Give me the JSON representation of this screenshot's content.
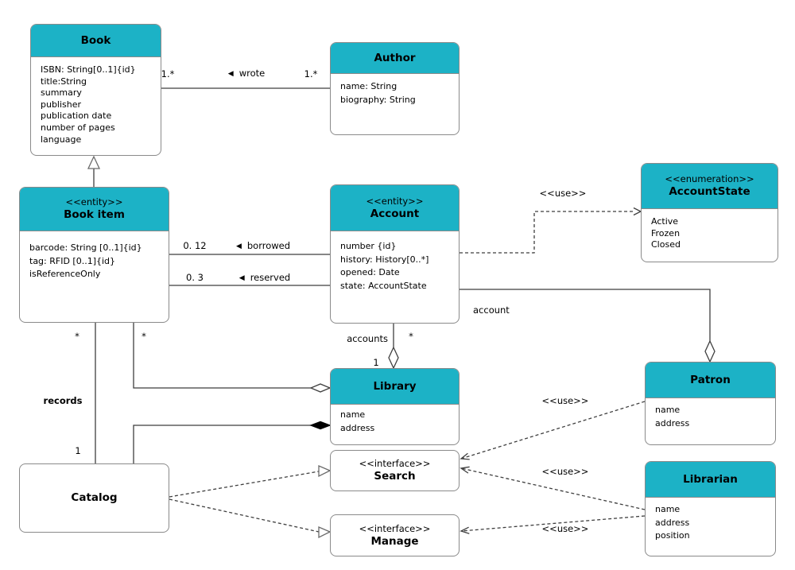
{
  "colors": {
    "class_header": "#1cb2c6",
    "box_border": "#8a8a8a",
    "connector": "#3f3f3f"
  },
  "classes": {
    "book": {
      "name": "Book",
      "attributes": [
        "ISBN: String[0..1]{id}",
        "title:String",
        "summary",
        "publisher",
        "publication date",
        "number of pages",
        "language"
      ]
    },
    "author": {
      "name": "Author",
      "attributes": [
        "name: String",
        "biography: String"
      ]
    },
    "book_item": {
      "stereotype": "<<entity>>",
      "name": "Book item",
      "attributes": [
        "barcode: String [0..1]{id}",
        "tag: RFID [0..1]{id}",
        "isReferenceOnly"
      ]
    },
    "account": {
      "stereotype": "<<entity>>",
      "name": "Account",
      "attributes": [
        "number {id}",
        "history: History[0..*]",
        "opened: Date",
        "state: AccountState"
      ]
    },
    "account_state": {
      "stereotype": "<<enumeration>>",
      "name": "AccountState",
      "attributes": [
        "Active",
        "Frozen",
        "Closed"
      ]
    },
    "library": {
      "name": "Library",
      "attributes": [
        "name",
        "address"
      ]
    },
    "patron": {
      "name": "Patron",
      "attributes": [
        "name",
        "address"
      ]
    },
    "librarian": {
      "name": "Librarian",
      "attributes": [
        "name",
        "address",
        "position"
      ]
    },
    "search": {
      "stereotype": "<<interface>>",
      "name": "Search"
    },
    "manage": {
      "stereotype": "<<interface>>",
      "name": "Manage"
    },
    "catalog": {
      "name": "Catalog"
    }
  },
  "labels": {
    "wrote_mult_left": "1.*",
    "wrote_mult_right": "1.*",
    "wrote_arrow": "◀",
    "wrote_text": "wrote",
    "borrowed_mult": "0. 12",
    "borrowed_arrow": "◀",
    "borrowed_text": "borrowed",
    "reserved_mult": "0. 3",
    "reserved_arrow": "◀",
    "reserved_text": "reserved",
    "use_account_accountstate": "<<use>>",
    "use_patron_search": "<<use>>",
    "use_librarian_search": "<<use>>",
    "use_librarian_manage": "<<use>>",
    "accounts_role": "accounts",
    "accounts_mult_star": "*",
    "accounts_mult_one": "1",
    "account_role": "account",
    "records_role": "records",
    "records_mult_star": "*",
    "records_mult_one": "1",
    "bookitem_library_mult_star": "*"
  }
}
